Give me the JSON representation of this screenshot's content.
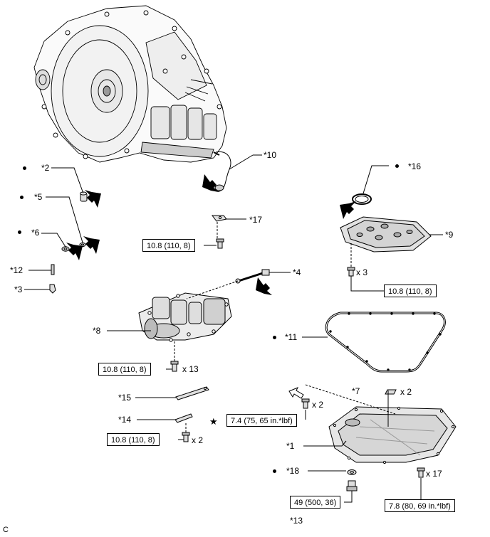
{
  "parts": {
    "p1": "*1",
    "p2": "*2",
    "p3": "*3",
    "p4": "*4",
    "p5": "*5",
    "p6": "*6",
    "p7": "*7",
    "p8": "*8",
    "p9": "*9",
    "p10": "*10",
    "p11": "*11",
    "p12": "*12",
    "p13": "*13",
    "p14": "*14",
    "p15": "*15",
    "p16": "*16",
    "p17": "*17",
    "p18": "*18"
  },
  "torques": {
    "t_17": "10.8 (110, 8)",
    "t_9": "10.8 (110, 8)",
    "t_8": "10.8 (110, 8)",
    "t_14": "10.8 (110, 8)",
    "t_bolt": "7.4 (75, 65 in.*lbf)",
    "t_13": "49 (500, 36)",
    "t_pan": "7.8 (80, 69 in.*lbf)"
  },
  "quantities": {
    "q_9": "x 3",
    "q_8": "x 13",
    "q_14": "x 2",
    "q_bolt": "x 2",
    "q_7": "x 2",
    "q_pan": "x 17"
  },
  "corner_code": "C",
  "symbols": {
    "new_part": "●",
    "precoated": "★"
  }
}
